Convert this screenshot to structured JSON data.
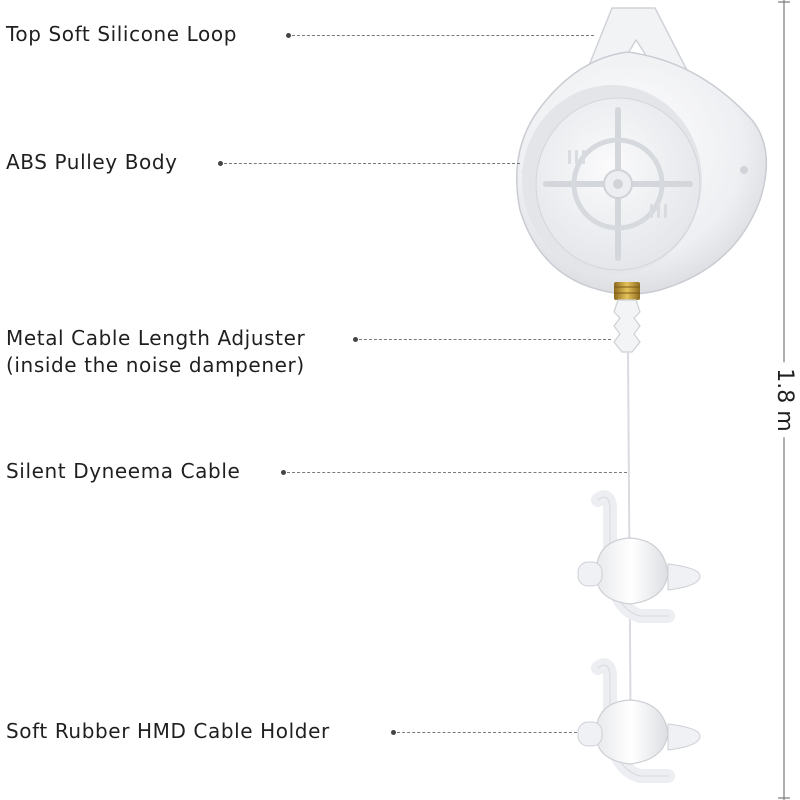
{
  "callouts": {
    "loop": "Top Soft Silicone Loop",
    "body": "ABS Pulley Body",
    "adjuster_line1": "Metal Cable Length Adjuster",
    "adjuster_line2": "(inside the noise dampener)",
    "cable": "Silent Dyneema Cable",
    "holder": "Soft Rubber HMD Cable Holder"
  },
  "dimension": {
    "value": "1.8 m"
  },
  "colors": {
    "text": "#1f1f1f",
    "leader": "#7a7a7a",
    "product_white": "#f4f4f6",
    "product_shadow": "#d9dbe0",
    "brass": "#c9a23c"
  }
}
